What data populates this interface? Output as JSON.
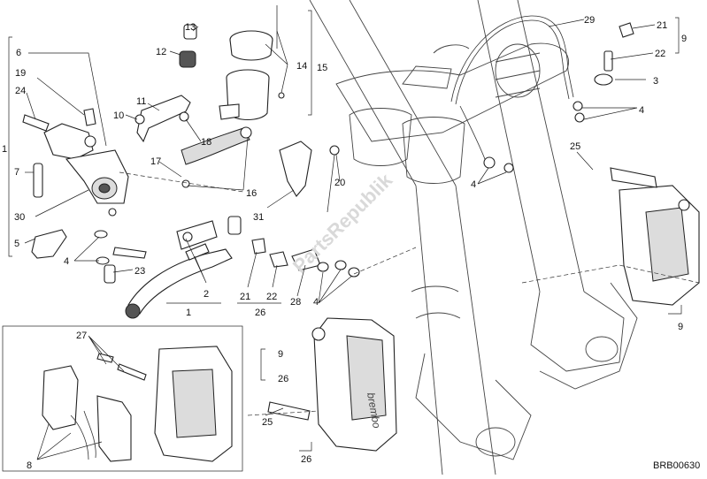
{
  "callouts": [
    {
      "id": "c13",
      "label": "13"
    },
    {
      "id": "c12",
      "label": "12"
    },
    {
      "id": "c6",
      "label": "6"
    },
    {
      "id": "c19",
      "label": "19"
    },
    {
      "id": "c24",
      "label": "24"
    },
    {
      "id": "c1",
      "label": "1"
    },
    {
      "id": "c7",
      "label": "7"
    },
    {
      "id": "c30",
      "label": "30"
    },
    {
      "id": "c5",
      "label": "5"
    },
    {
      "id": "c4a",
      "label": "4"
    },
    {
      "id": "c23",
      "label": "23"
    },
    {
      "id": "c11",
      "label": "11"
    },
    {
      "id": "c10",
      "label": "10"
    },
    {
      "id": "c17",
      "label": "17"
    },
    {
      "id": "c18",
      "label": "18"
    },
    {
      "id": "c16",
      "label": "16"
    },
    {
      "id": "c14",
      "label": "14"
    },
    {
      "id": "c15",
      "label": "15"
    },
    {
      "id": "c2",
      "label": "2"
    },
    {
      "id": "c1b",
      "label": "1"
    },
    {
      "id": "c31",
      "label": "31"
    },
    {
      "id": "c20",
      "label": "20"
    },
    {
      "id": "c21a",
      "label": "21"
    },
    {
      "id": "c22a",
      "label": "22"
    },
    {
      "id": "c26a",
      "label": "26"
    },
    {
      "id": "c28",
      "label": "28"
    },
    {
      "id": "c4b",
      "label": "4"
    },
    {
      "id": "c4c",
      "label": "4"
    },
    {
      "id": "c29",
      "label": "29"
    },
    {
      "id": "c21b",
      "label": "21"
    },
    {
      "id": "c22b",
      "label": "22"
    },
    {
      "id": "c9a",
      "label": "9"
    },
    {
      "id": "c3",
      "label": "3"
    },
    {
      "id": "c4d",
      "label": "4"
    },
    {
      "id": "c25a",
      "label": "25"
    },
    {
      "id": "c9b",
      "label": "9"
    },
    {
      "id": "c27",
      "label": "27"
    },
    {
      "id": "c9c",
      "label": "9"
    },
    {
      "id": "c26b",
      "label": "26"
    },
    {
      "id": "c8",
      "label": "8"
    },
    {
      "id": "c25b",
      "label": "25"
    },
    {
      "id": "c26c",
      "label": "26"
    }
  ],
  "drawing_code": "BRB00630",
  "watermark": "PartsRepublik",
  "caliper_brand": "brembo"
}
